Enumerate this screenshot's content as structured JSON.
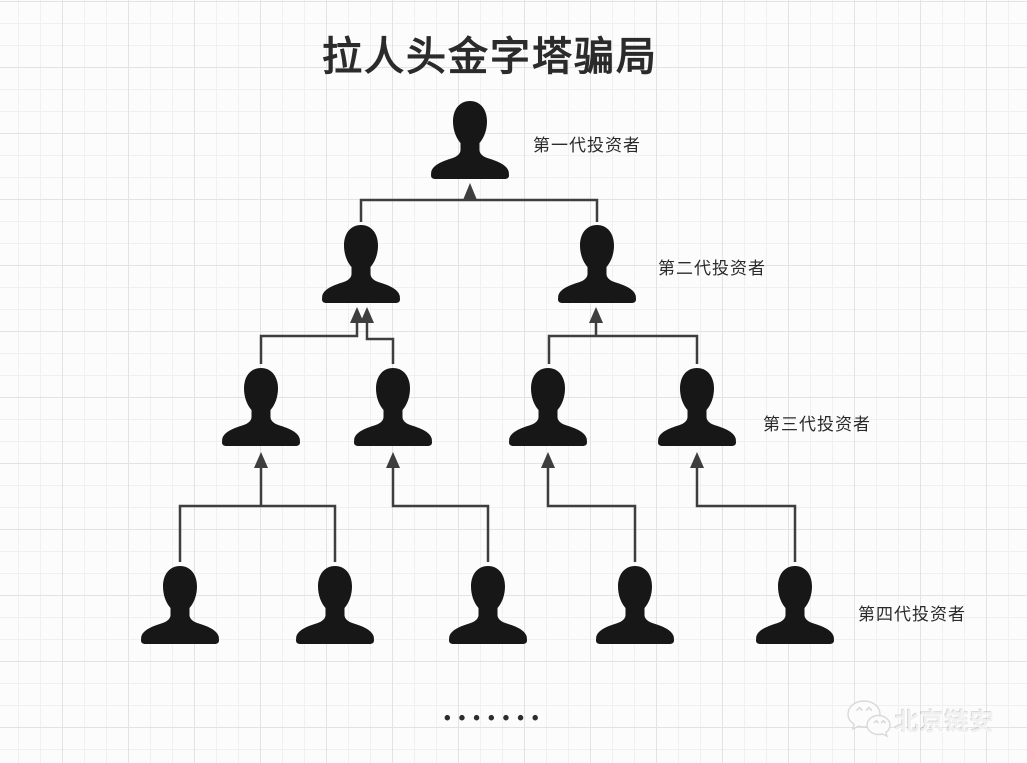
{
  "page": {
    "title": "拉人头金字塔骗局"
  },
  "diagram": {
    "type": "pyramid-tree",
    "levels": [
      {
        "label": "第一代投资者",
        "count": 1
      },
      {
        "label": "第二代投资者",
        "count": 2
      },
      {
        "label": "第三代投资者",
        "count": 4
      },
      {
        "label": "第四代投资者",
        "count": 5
      }
    ],
    "continuation_dots": "•••••••"
  },
  "watermark": {
    "icon": "wechat-icon",
    "text": "北京链安"
  },
  "colors": {
    "background": "#fcfcfc",
    "grid_minor": "#f0f0f0",
    "grid_major": "#e3e3e3",
    "silhouette": "#171717",
    "connector": "#3e3e3e",
    "title_text": "#2b2b2b"
  }
}
